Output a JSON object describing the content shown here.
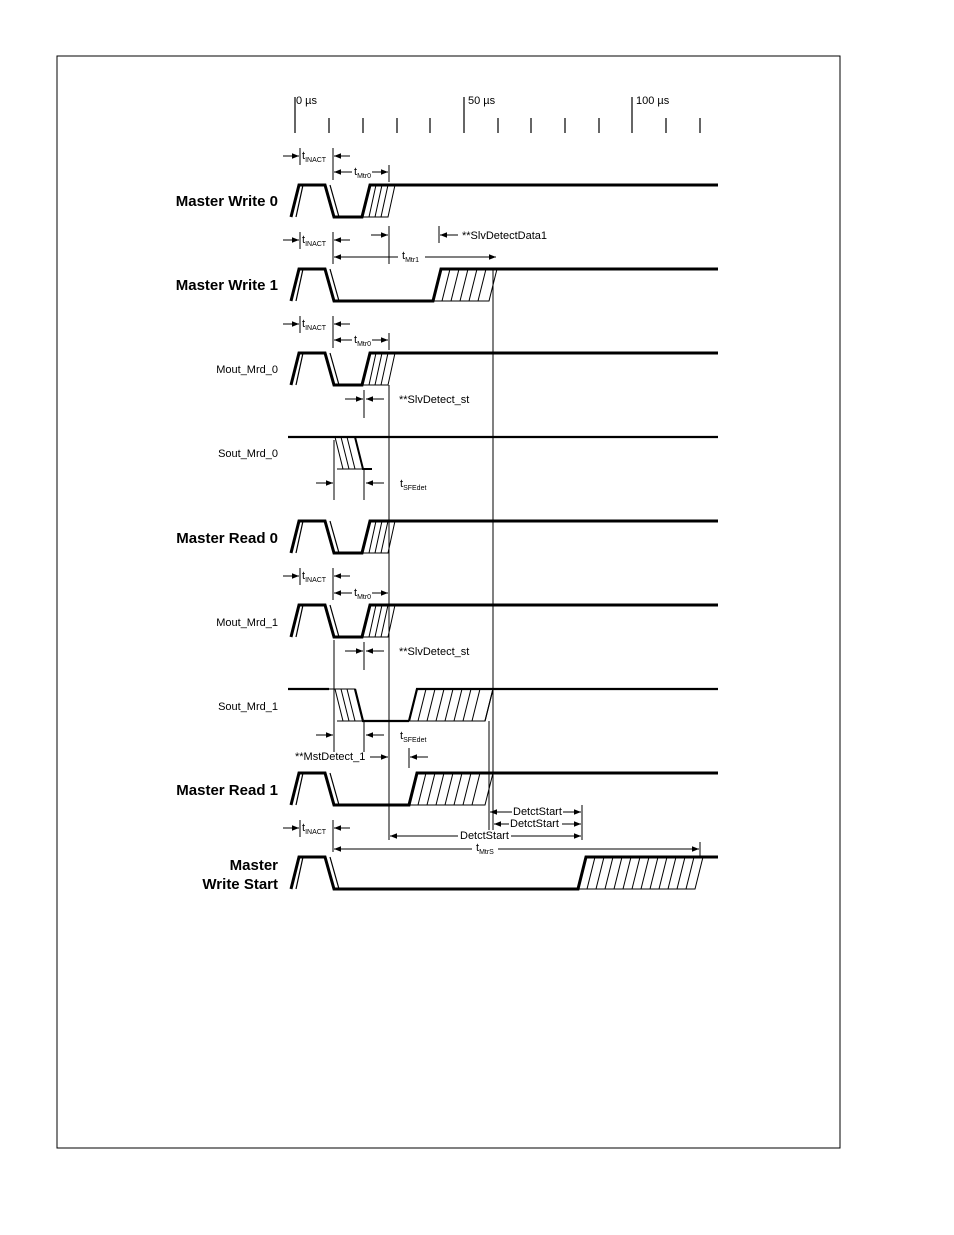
{
  "timescale": {
    "zero_label": "0 µs",
    "fifty_label": "50 µs",
    "hundred_label": "100 µs"
  },
  "signals": {
    "master_write_0": "Master Write 0",
    "master_write_1": "Master Write 1",
    "mout_mrd_0": "Mout_Mrd_0",
    "sout_mrd_0": "Sout_Mrd_0",
    "master_read_0": "Master Read 0",
    "mout_mrd_1": "Mout_Mrd_1",
    "sout_mrd_1": "Sout_Mrd_1",
    "master_read_1": "Master Read 1",
    "master_write_start_l1": "Master",
    "master_write_start_l2": "Write Start"
  },
  "timing": {
    "t": "t",
    "inact_sub": "INACT",
    "mtr0_sub": "Mtr0",
    "mtr1_sub": "Mtr1",
    "mtrs_sub": "MtrS",
    "sfedet_sub": "SFEdet",
    "slv_detect_data1": "**SlvDetectData1",
    "slv_detect_st": "**SlvDetect_st",
    "mst_detect_1": "**MstDetect_1",
    "detct_start": "DetctStart"
  }
}
